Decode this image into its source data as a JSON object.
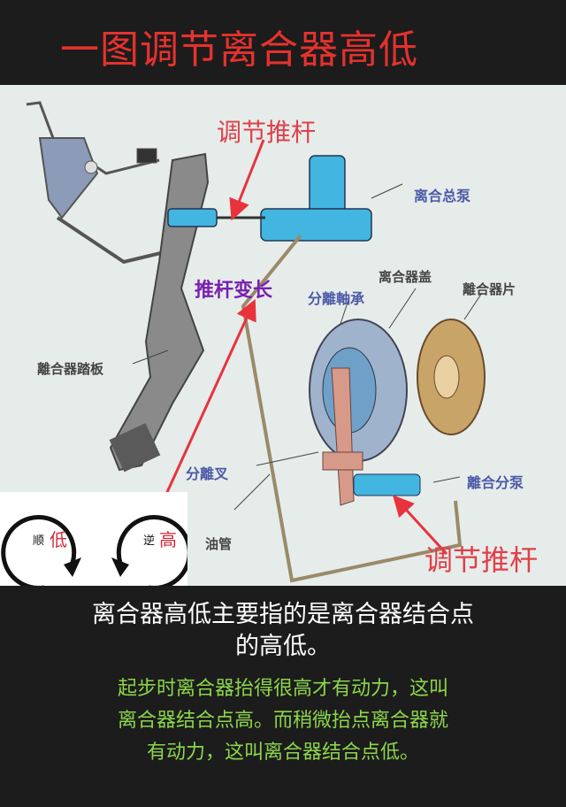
{
  "title": "一图调节离合器高低",
  "diagram": {
    "labels": {
      "adjust_rod_top": "调节推杆",
      "rod_longer": "推杆变长",
      "master_cylinder": "离合总泵",
      "clutch_cover": "离合器盖",
      "release_bearing": "分離軸承",
      "clutch_disc": "離合器片",
      "clutch_pedal": "離合器踏板",
      "release_fork": "分離叉",
      "slave_cylinder": "離合分泵",
      "oil_pipe": "油管",
      "adjust_rod_bottom": "调节推杆"
    },
    "rotation": {
      "clockwise_dir": "顺",
      "clockwise_result": "低",
      "counter_dir": "逆",
      "counter_result": "高"
    }
  },
  "caption": {
    "main_line1": "离合器高低主要指的是离合器结合点",
    "main_line2": "的高低。",
    "detail_line1": "起步时离合器抬得很高才有动力，这叫",
    "detail_line2": "离合器结合点高。而稍微抬点离合器就",
    "detail_line3": "有动力，这叫离合器结合点低。"
  }
}
